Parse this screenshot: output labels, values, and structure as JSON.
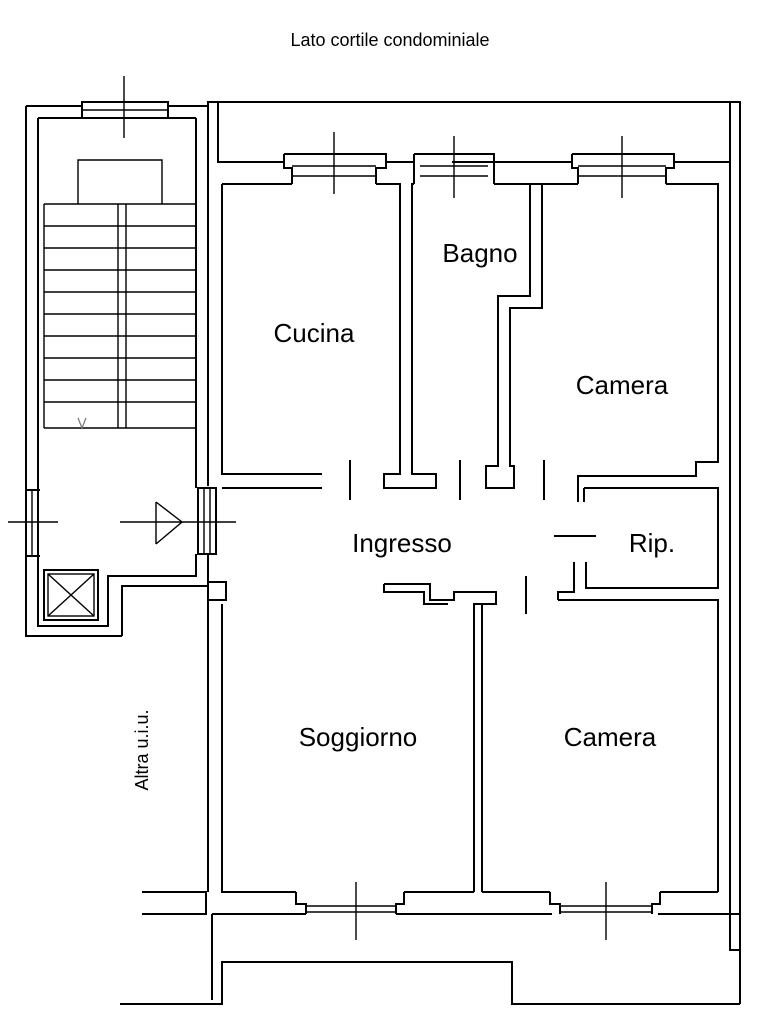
{
  "plan": {
    "courtyard_label": "Lato cortile condominiale",
    "side_label": "Altra u.i.u.",
    "rooms": {
      "cucina": "Cucina",
      "bagno": "Bagno",
      "camera_top": "Camera",
      "ingresso": "Ingresso",
      "ripostiglio": "Rip.",
      "soggiorno": "Soggiorno",
      "camera_bottom": "Camera"
    }
  },
  "colors": {
    "walls": "#000000",
    "background": "#ffffff"
  }
}
